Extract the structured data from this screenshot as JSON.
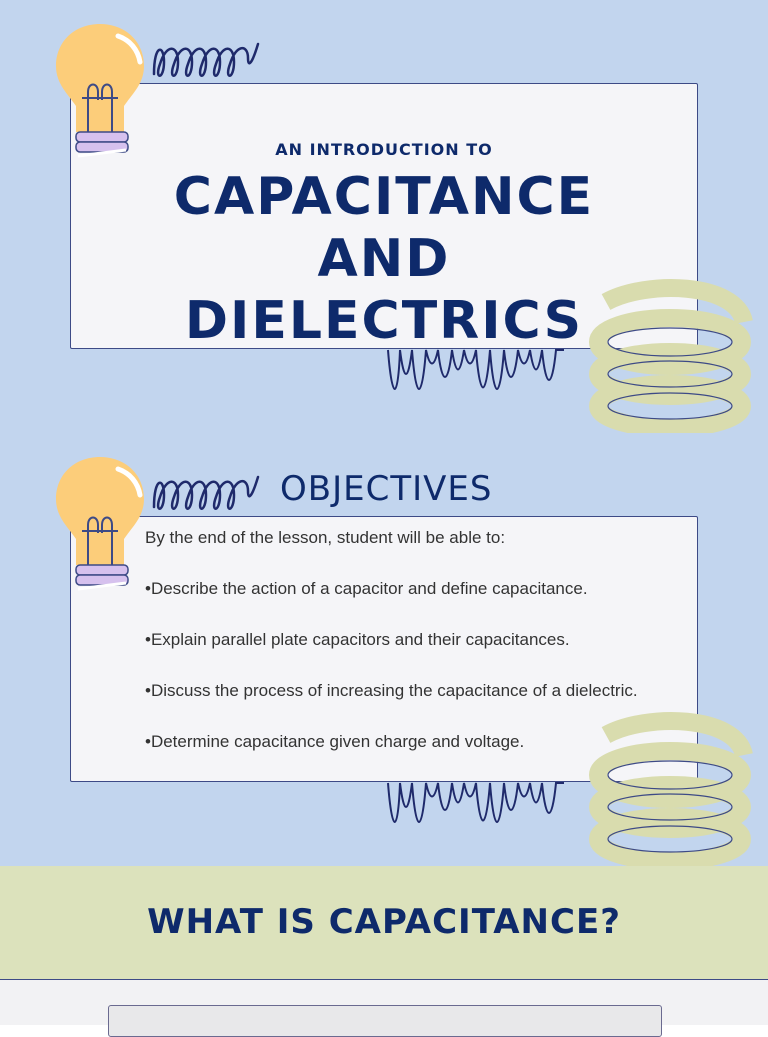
{
  "slide1": {
    "subtitle": "AN INTRODUCTION TO",
    "title_lines": [
      "CAPACITANCE",
      "AND",
      "DIELECTRICS"
    ]
  },
  "slide2": {
    "heading": "OBJECTIVES",
    "intro": "By the end of the lesson, student will be able to:",
    "items": [
      "•Describe the action of a capacitor and define capacitance.",
      "•Explain parallel plate capacitors and their capacitances.",
      "•Discuss the process of increasing the capacitance of a dielectric.",
      "•Determine capacitance given charge and voltage."
    ]
  },
  "slide3": {
    "heading": "WHAT IS CAPACITANCE?"
  },
  "colors": {
    "background": "#c2d5ee",
    "navy": "#0e2a6b",
    "band": "#dce2bc",
    "bulb": "#fccd7a",
    "spring": "#d9dcae"
  },
  "icons": [
    "lightbulb-icon",
    "coil-wave-icon",
    "spring-coil-icon",
    "oscillation-wave-icon"
  ]
}
